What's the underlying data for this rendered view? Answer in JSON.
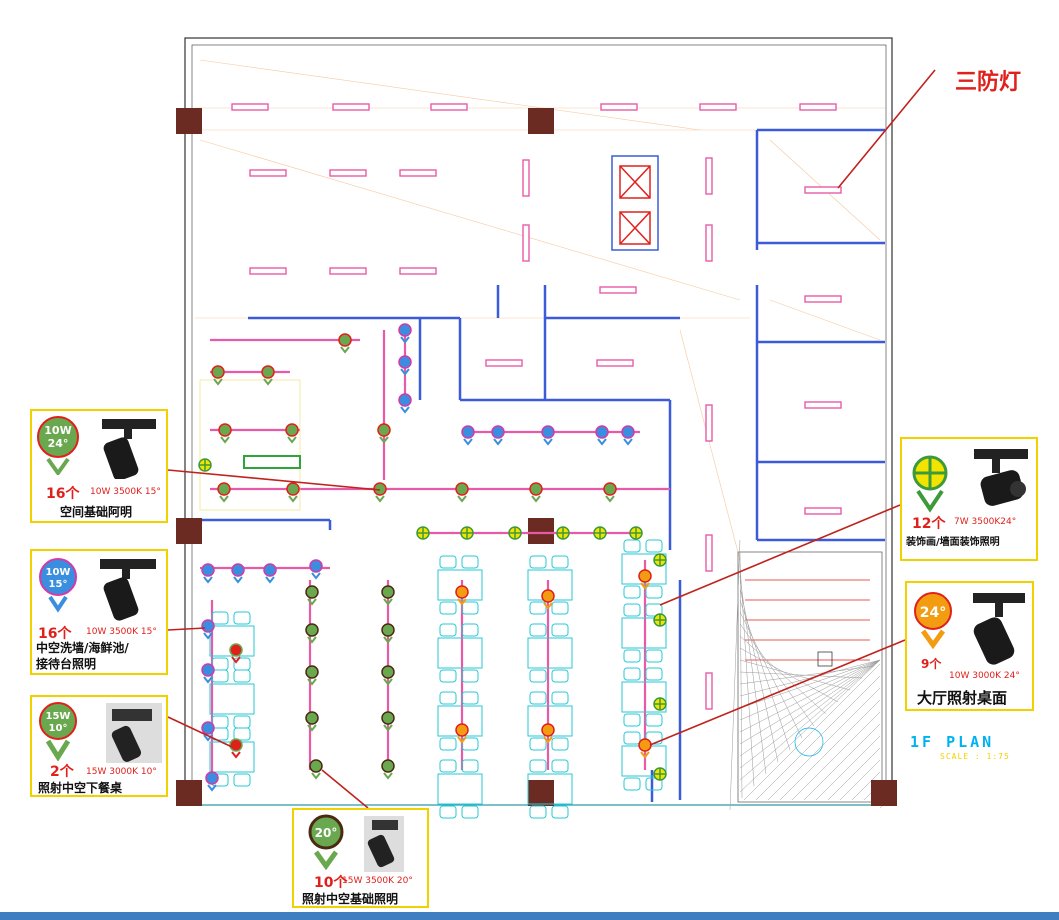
{
  "title_annotation": "三防灯",
  "plan_title": "1F PLAN",
  "plan_scale": "SCALE :  1:75",
  "callouts": [
    {
      "badge": [
        "10W",
        "24°"
      ],
      "count": "16个",
      "spec": "10W 3500K 15°",
      "caption": "空间基础阿明"
    },
    {
      "badge": [
        "10W",
        "15°"
      ],
      "count": "16个",
      "spec": "10W 3500K 15°",
      "caption": [
        "中空洗墙/海鲜池/",
        "接待台照明"
      ]
    },
    {
      "badge": [
        "15W",
        "10°"
      ],
      "count": "2个",
      "spec": "15W 3000K 10°",
      "caption": "照射中空下餐桌"
    },
    {
      "badge": [
        "20°"
      ],
      "count": "10个",
      "spec": "15W 3500K 20°",
      "caption": "照射中空基础照明"
    },
    {
      "badge": [],
      "count": "12个",
      "spec": "7W 3500K24°",
      "caption": "装饰画/墙面装饰照明"
    },
    {
      "badge": [
        "24°"
      ],
      "count": "9个",
      "spec": "10W 3000K 24°",
      "caption": "大厅照射桌面"
    }
  ],
  "colors": {
    "callout_border": "#f2d100",
    "accent_red": "#e0201b",
    "wall_blue": "#3b5bd9",
    "fixture_pink": "#e85aa8",
    "column_brown": "#6b2a22",
    "badge_green": "#6aa84f",
    "badge_blue": "#3a8ee0",
    "badge_orange": "#f39c12",
    "plan_title_cyan": "#00b3f0"
  }
}
